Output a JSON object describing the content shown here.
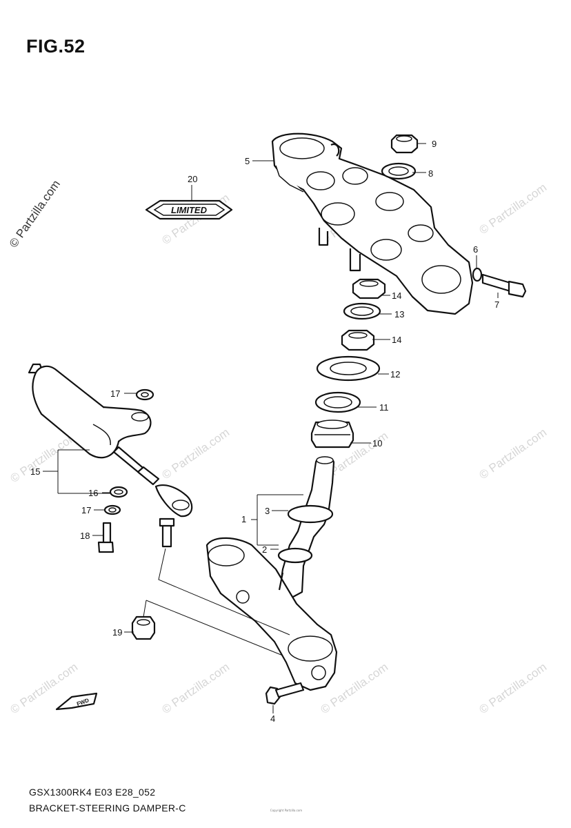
{
  "figure": {
    "title": "FIG.52"
  },
  "footer": {
    "model_code": "GSX1300RK4 E03 E28_052",
    "assembly_name": "BRACKET-STEERING DAMPER-C",
    "copyright_line": "Copyright Partzilla.com"
  },
  "watermarks": {
    "side_text": "© Partzilla.com",
    "tile_text": "© Partzilla.com"
  },
  "emblem": {
    "text": "LIMITED"
  },
  "direction_marker": {
    "text": "FWD"
  },
  "callouts": [
    {
      "id": "c1",
      "label": "1"
    },
    {
      "id": "c2",
      "label": "2"
    },
    {
      "id": "c3",
      "label": "3"
    },
    {
      "id": "c4",
      "label": "4"
    },
    {
      "id": "c5",
      "label": "5"
    },
    {
      "id": "c6",
      "label": "6"
    },
    {
      "id": "c7",
      "label": "7"
    },
    {
      "id": "c8",
      "label": "8"
    },
    {
      "id": "c9",
      "label": "9"
    },
    {
      "id": "c10",
      "label": "10"
    },
    {
      "id": "c11",
      "label": "11"
    },
    {
      "id": "c12",
      "label": "12"
    },
    {
      "id": "c13",
      "label": "13"
    },
    {
      "id": "c14a",
      "label": "14"
    },
    {
      "id": "c14b",
      "label": "14"
    },
    {
      "id": "c15",
      "label": "15"
    },
    {
      "id": "c16",
      "label": "16"
    },
    {
      "id": "c17a",
      "label": "17"
    },
    {
      "id": "c17b",
      "label": "17"
    },
    {
      "id": "c18",
      "label": "18"
    },
    {
      "id": "c19",
      "label": "19"
    },
    {
      "id": "c20",
      "label": "20"
    }
  ],
  "colors": {
    "line": "#111111",
    "watermark": "#d6d6d6",
    "background": "#ffffff"
  }
}
